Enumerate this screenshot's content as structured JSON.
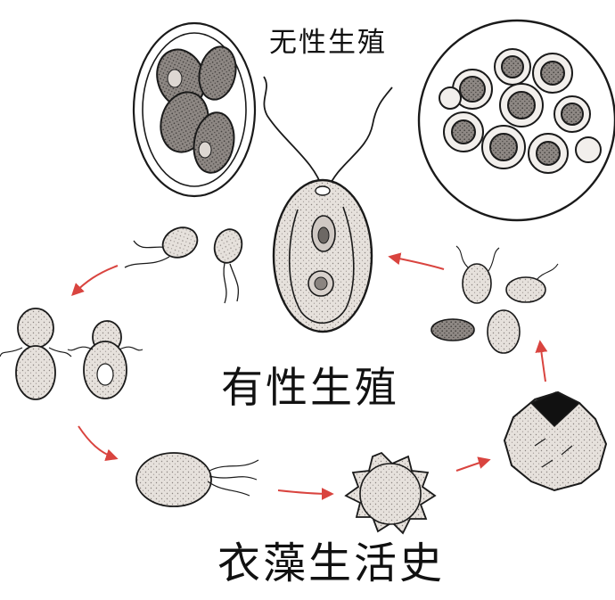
{
  "labels": {
    "asexual_reproduction": "无性生殖",
    "sexual_reproduction": "有性生殖",
    "title": "衣藻生活史"
  },
  "colors": {
    "ink": "#1a1a1a",
    "cell_fill": "#e6e1dc",
    "dark_fill": "#7d7874",
    "arrow": "#d9443f",
    "paper": "#ffffff"
  }
}
